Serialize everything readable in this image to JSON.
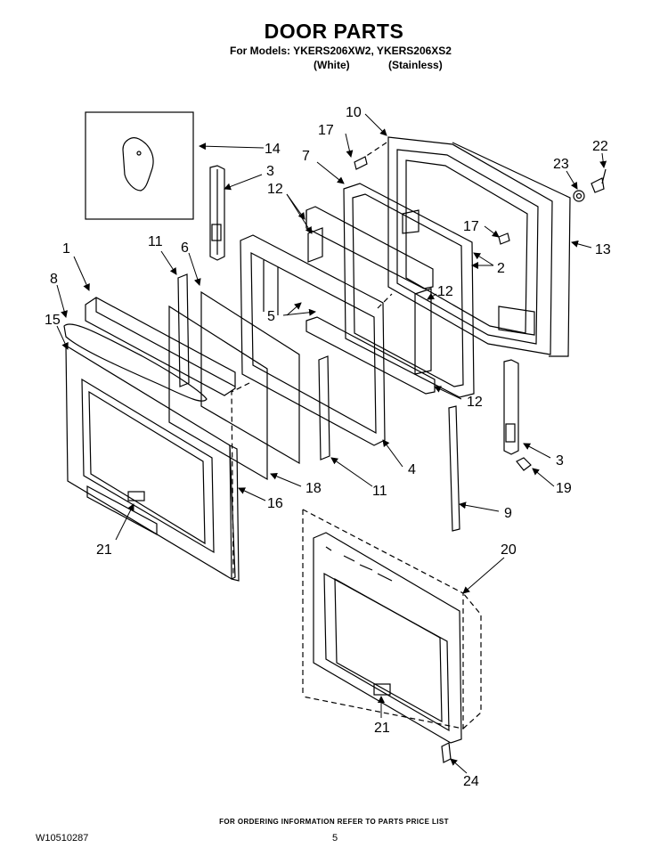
{
  "header": {
    "title": "DOOR PARTS",
    "models_line": "For Models: YKERS206XW2, YKERS206XS2",
    "variant_white": "(White)",
    "variant_stainless": "(Stainless)"
  },
  "callouts": {
    "c1": "1",
    "c2": "2",
    "c3a": "3",
    "c3b": "3",
    "c4": "4",
    "c5": "5",
    "c6": "6",
    "c7": "7",
    "c8": "8",
    "c9": "9",
    "c10": "10",
    "c11a": "11",
    "c11b": "11",
    "c12a": "12",
    "c12b": "12",
    "c12c": "12",
    "c13": "13",
    "c14": "14",
    "c15": "15",
    "c16": "16",
    "c17a": "17",
    "c17b": "17",
    "c18": "18",
    "c19": "19",
    "c20": "20",
    "c21a": "21",
    "c21b": "21",
    "c22": "22",
    "c23": "23",
    "c24": "24"
  },
  "footer": {
    "note": "FOR ORDERING INFORMATION REFER TO PARTS PRICE LIST",
    "doc_id": "W10510287",
    "page": "5"
  }
}
